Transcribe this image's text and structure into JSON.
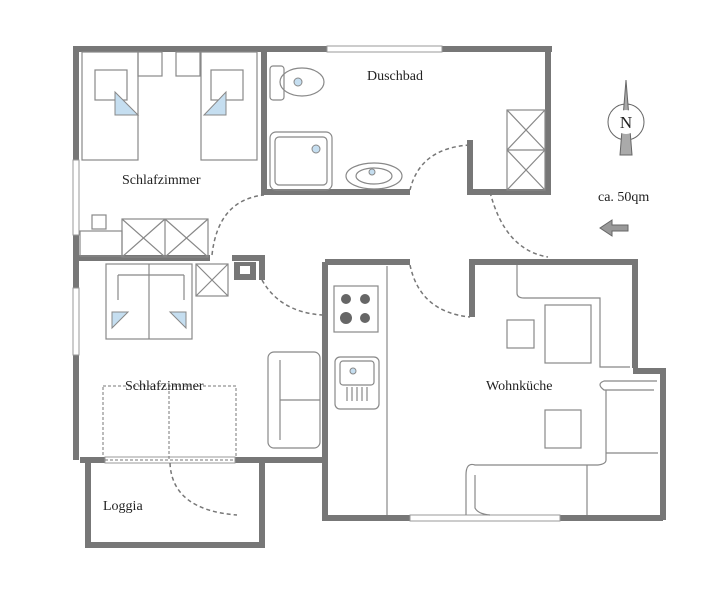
{
  "rooms": {
    "bathroom": "Duschbad",
    "bedroom_top": "Schlafzimmer",
    "bedroom_bottom": "Schlafzimmer",
    "kitchen_living": "Wohnküche",
    "loggia": "Loggia"
  },
  "area_label": "ca. 50qm",
  "compass_label": "N",
  "colors": {
    "wall": "#777777",
    "fixture_blue": "#c5def0"
  }
}
